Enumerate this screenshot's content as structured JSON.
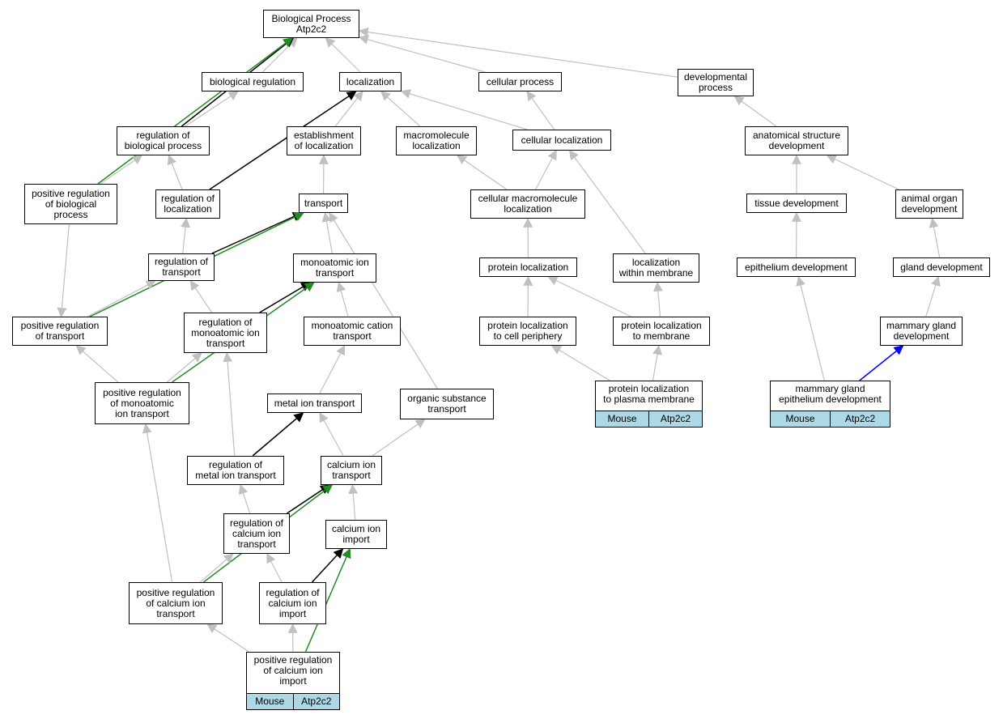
{
  "colors": {
    "is_a": "#c0c0c0",
    "regulates": "#000000",
    "positively_regulates": "#228b22",
    "part_of": "#0000ff",
    "annotation_fill": "#add8e6"
  },
  "nodes": [
    {
      "id": "bp",
      "lines": [
        "Biological Process",
        "Atp2c2"
      ]
    },
    {
      "id": "bioreg",
      "lines": [
        "biological regulation"
      ]
    },
    {
      "id": "loc",
      "lines": [
        "localization"
      ]
    },
    {
      "id": "cellproc",
      "lines": [
        "cellular process"
      ]
    },
    {
      "id": "devproc",
      "lines": [
        "developmental",
        "process"
      ]
    },
    {
      "id": "regbp",
      "lines": [
        "regulation of",
        "biological process"
      ]
    },
    {
      "id": "estloc",
      "lines": [
        "establishment",
        "of localization"
      ]
    },
    {
      "id": "macroloc",
      "lines": [
        "macromolecule",
        "localization"
      ]
    },
    {
      "id": "cellloc",
      "lines": [
        "cellular localization"
      ]
    },
    {
      "id": "anatdev",
      "lines": [
        "anatomical structure",
        "development"
      ]
    },
    {
      "id": "posregbp",
      "lines": [
        "positive regulation",
        "of biological",
        "process"
      ]
    },
    {
      "id": "regloc",
      "lines": [
        "regulation of",
        "localization"
      ]
    },
    {
      "id": "transport",
      "lines": [
        "transport"
      ]
    },
    {
      "id": "cellmacroloc",
      "lines": [
        "cellular macromolecule",
        "localization"
      ]
    },
    {
      "id": "tissuedev",
      "lines": [
        "tissue development"
      ]
    },
    {
      "id": "animorgdev",
      "lines": [
        "animal organ",
        "development"
      ]
    },
    {
      "id": "regtrans",
      "lines": [
        "regulation of",
        "transport"
      ]
    },
    {
      "id": "monotrans",
      "lines": [
        "monoatomic ion",
        "transport"
      ]
    },
    {
      "id": "protloc",
      "lines": [
        "protein localization"
      ]
    },
    {
      "id": "locmem",
      "lines": [
        "localization",
        "within membrane"
      ]
    },
    {
      "id": "epidev",
      "lines": [
        "epithelium development"
      ]
    },
    {
      "id": "glanddev",
      "lines": [
        "gland development"
      ]
    },
    {
      "id": "posregtrans",
      "lines": [
        "positive regulation",
        "of transport"
      ]
    },
    {
      "id": "regmono",
      "lines": [
        "regulation of",
        "monoatomic ion",
        "transport"
      ]
    },
    {
      "id": "monocat",
      "lines": [
        "monoatomic cation",
        "transport"
      ]
    },
    {
      "id": "protlocperi",
      "lines": [
        "protein localization",
        "to cell periphery"
      ]
    },
    {
      "id": "protlocmem",
      "lines": [
        "protein localization",
        "to membrane"
      ]
    },
    {
      "id": "mamdev",
      "lines": [
        "mammary gland",
        "development"
      ]
    },
    {
      "id": "posregmono",
      "lines": [
        "positive regulation",
        "of monoatomic",
        "ion transport"
      ]
    },
    {
      "id": "metaltrans",
      "lines": [
        "metal ion transport"
      ]
    },
    {
      "id": "orgsub",
      "lines": [
        "organic substance",
        "transport"
      ]
    },
    {
      "id": "protlocpm",
      "lines": [
        "protein localization",
        "to plasma membrane"
      ],
      "annotation": [
        "Mouse",
        "Atp2c2"
      ]
    },
    {
      "id": "mamepi",
      "lines": [
        "mammary gland",
        "epithelium development"
      ],
      "annotation": [
        "Mouse",
        "Atp2c2"
      ]
    },
    {
      "id": "regmetal",
      "lines": [
        "regulation of",
        "metal ion transport"
      ]
    },
    {
      "id": "catrans",
      "lines": [
        "calcium ion",
        "transport"
      ]
    },
    {
      "id": "regcatrans",
      "lines": [
        "regulation of",
        "calcium ion",
        "transport"
      ]
    },
    {
      "id": "caimport",
      "lines": [
        "calcium ion",
        "import"
      ]
    },
    {
      "id": "posregcatrans",
      "lines": [
        "positive regulation",
        "of calcium ion",
        "transport"
      ]
    },
    {
      "id": "regcaimport",
      "lines": [
        "regulation of",
        "calcium ion",
        "import"
      ]
    },
    {
      "id": "posregcaimport",
      "lines": [
        "positive regulation",
        "of calcium ion",
        "import"
      ],
      "annotation": [
        "Mouse",
        "Atp2c2"
      ]
    }
  ],
  "edges": [
    {
      "from": "bioreg",
      "to": "bp",
      "type": "is_a"
    },
    {
      "from": "loc",
      "to": "bp",
      "type": "is_a"
    },
    {
      "from": "cellproc",
      "to": "bp",
      "type": "is_a"
    },
    {
      "from": "devproc",
      "to": "bp",
      "type": "is_a"
    },
    {
      "from": "regbp",
      "to": "bp",
      "type": "regulates"
    },
    {
      "from": "posregbp",
      "to": "bp",
      "type": "positively_regulates"
    },
    {
      "from": "regbp",
      "to": "bioreg",
      "type": "is_a"
    },
    {
      "from": "estloc",
      "to": "loc",
      "type": "is_a"
    },
    {
      "from": "macroloc",
      "to": "loc",
      "type": "is_a"
    },
    {
      "from": "cellloc",
      "to": "loc",
      "type": "is_a"
    },
    {
      "from": "regloc",
      "to": "loc",
      "type": "regulates"
    },
    {
      "from": "cellloc",
      "to": "cellproc",
      "type": "is_a"
    },
    {
      "from": "anatdev",
      "to": "devproc",
      "type": "is_a"
    },
    {
      "from": "posregbp",
      "to": "regbp",
      "type": "is_a"
    },
    {
      "from": "regloc",
      "to": "regbp",
      "type": "is_a"
    },
    {
      "from": "transport",
      "to": "estloc",
      "type": "is_a"
    },
    {
      "from": "cellmacroloc",
      "to": "macroloc",
      "type": "is_a"
    },
    {
      "from": "cellmacroloc",
      "to": "cellloc",
      "type": "is_a"
    },
    {
      "from": "locmem",
      "to": "cellloc",
      "type": "is_a"
    },
    {
      "from": "tissuedev",
      "to": "anatdev",
      "type": "is_a"
    },
    {
      "from": "animorgdev",
      "to": "anatdev",
      "type": "is_a"
    },
    {
      "from": "regtrans",
      "to": "regloc",
      "type": "is_a"
    },
    {
      "from": "regtrans",
      "to": "transport",
      "type": "regulates"
    },
    {
      "from": "posregtrans",
      "to": "transport",
      "type": "positively_regulates"
    },
    {
      "from": "monotrans",
      "to": "transport",
      "type": "is_a"
    },
    {
      "from": "orgsub",
      "to": "transport",
      "type": "is_a"
    },
    {
      "from": "protloc",
      "to": "cellmacroloc",
      "type": "is_a"
    },
    {
      "from": "epidev",
      "to": "tissuedev",
      "type": "is_a"
    },
    {
      "from": "glanddev",
      "to": "animorgdev",
      "type": "is_a"
    },
    {
      "from": "posregtrans",
      "to": "regtrans",
      "type": "is_a"
    },
    {
      "from": "regmono",
      "to": "regtrans",
      "type": "is_a"
    },
    {
      "from": "regmono",
      "to": "monotrans",
      "type": "regulates"
    },
    {
      "from": "posregmono",
      "to": "monotrans",
      "type": "positively_regulates"
    },
    {
      "from": "monocat",
      "to": "monotrans",
      "type": "is_a"
    },
    {
      "from": "protlocperi",
      "to": "protloc",
      "type": "is_a"
    },
    {
      "from": "protlocmem",
      "to": "protloc",
      "type": "is_a"
    },
    {
      "from": "protlocmem",
      "to": "locmem",
      "type": "is_a"
    },
    {
      "from": "mamdev",
      "to": "glanddev",
      "type": "is_a"
    },
    {
      "from": "posregbp",
      "to": "posregtrans",
      "type": "is_a"
    },
    {
      "from": "posregmono",
      "to": "posregtrans",
      "type": "is_a"
    },
    {
      "from": "posregmono",
      "to": "regmono",
      "type": "is_a"
    },
    {
      "from": "regmetal",
      "to": "regmono",
      "type": "is_a"
    },
    {
      "from": "metaltrans",
      "to": "monocat",
      "type": "is_a"
    },
    {
      "from": "protlocpm",
      "to": "protlocperi",
      "type": "is_a"
    },
    {
      "from": "protlocpm",
      "to": "protlocmem",
      "type": "is_a"
    },
    {
      "from": "mamepi",
      "to": "epidev",
      "type": "is_a"
    },
    {
      "from": "mamepi",
      "to": "mamdev",
      "type": "part_of"
    },
    {
      "from": "posregcatrans",
      "to": "posregmono",
      "type": "is_a"
    },
    {
      "from": "regmetal",
      "to": "metaltrans",
      "type": "regulates"
    },
    {
      "from": "catrans",
      "to": "metaltrans",
      "type": "is_a"
    },
    {
      "from": "catrans",
      "to": "orgsub",
      "type": "is_a"
    },
    {
      "from": "regcatrans",
      "to": "regmetal",
      "type": "is_a"
    },
    {
      "from": "regcatrans",
      "to": "catrans",
      "type": "regulates"
    },
    {
      "from": "posregcatrans",
      "to": "catrans",
      "type": "positively_regulates"
    },
    {
      "from": "caimport",
      "to": "catrans",
      "type": "is_a"
    },
    {
      "from": "posregcatrans",
      "to": "regcatrans",
      "type": "is_a"
    },
    {
      "from": "regcaimport",
      "to": "regcatrans",
      "type": "is_a"
    },
    {
      "from": "regcaimport",
      "to": "caimport",
      "type": "regulates"
    },
    {
      "from": "posregcaimport",
      "to": "caimport",
      "type": "positively_regulates"
    },
    {
      "from": "posregcaimport",
      "to": "posregcatrans",
      "type": "is_a"
    },
    {
      "from": "posregcaimport",
      "to": "regcaimport",
      "type": "is_a"
    }
  ]
}
